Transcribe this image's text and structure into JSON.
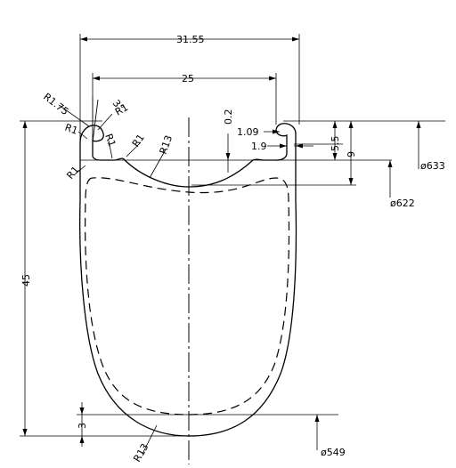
{
  "dimensions": {
    "outer_width": "31.55",
    "inner_width": "25",
    "bead_height": "0.2",
    "hook_width": "1.09",
    "hook_offset": "1.9",
    "hook_height": "5.5",
    "well_depth": "9",
    "total_depth": "45",
    "wall_thickness": "3"
  },
  "radii": {
    "r175": "R1.75",
    "r1_top": "R1",
    "r1_left": "R1",
    "r1_inner": "R1",
    "r1_shoulder": "R1",
    "r13_bed": "R13",
    "r1_corner": "R1",
    "r13_bottom": "R13"
  },
  "angle": "3°",
  "diameters": {
    "d633": "ø633",
    "d622": "ø622",
    "d549": "ø549"
  }
}
